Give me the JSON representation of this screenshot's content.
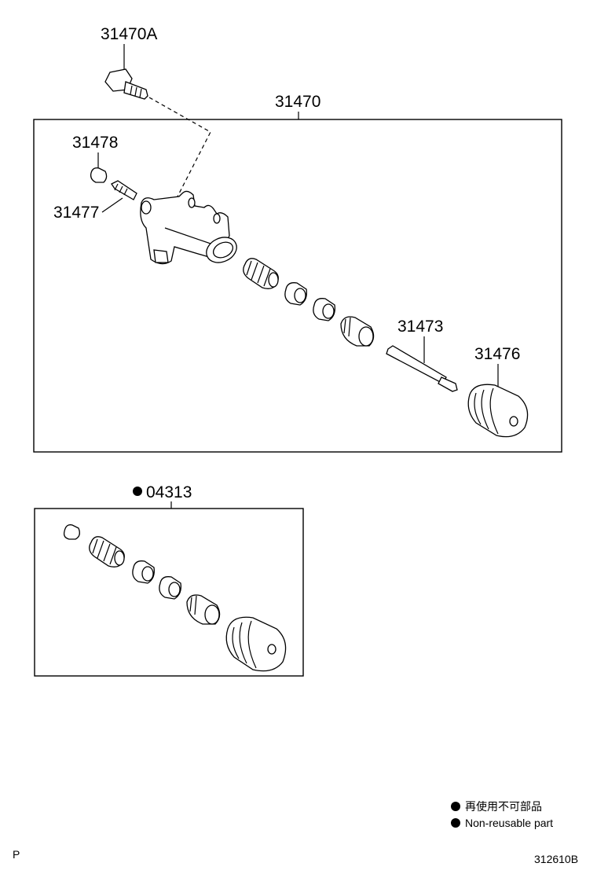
{
  "labels": {
    "bolt": "31470A",
    "cylinder_assy": "31470",
    "cap": "31478",
    "bleeder": "31477",
    "push_rod": "31473",
    "boot": "31476",
    "repair_kit": "04313"
  },
  "legend": {
    "japanese": "再使用不可部品",
    "english": "Non-reusable part"
  },
  "footer": {
    "left_code": "P",
    "diagram_id": "312610B"
  }
}
